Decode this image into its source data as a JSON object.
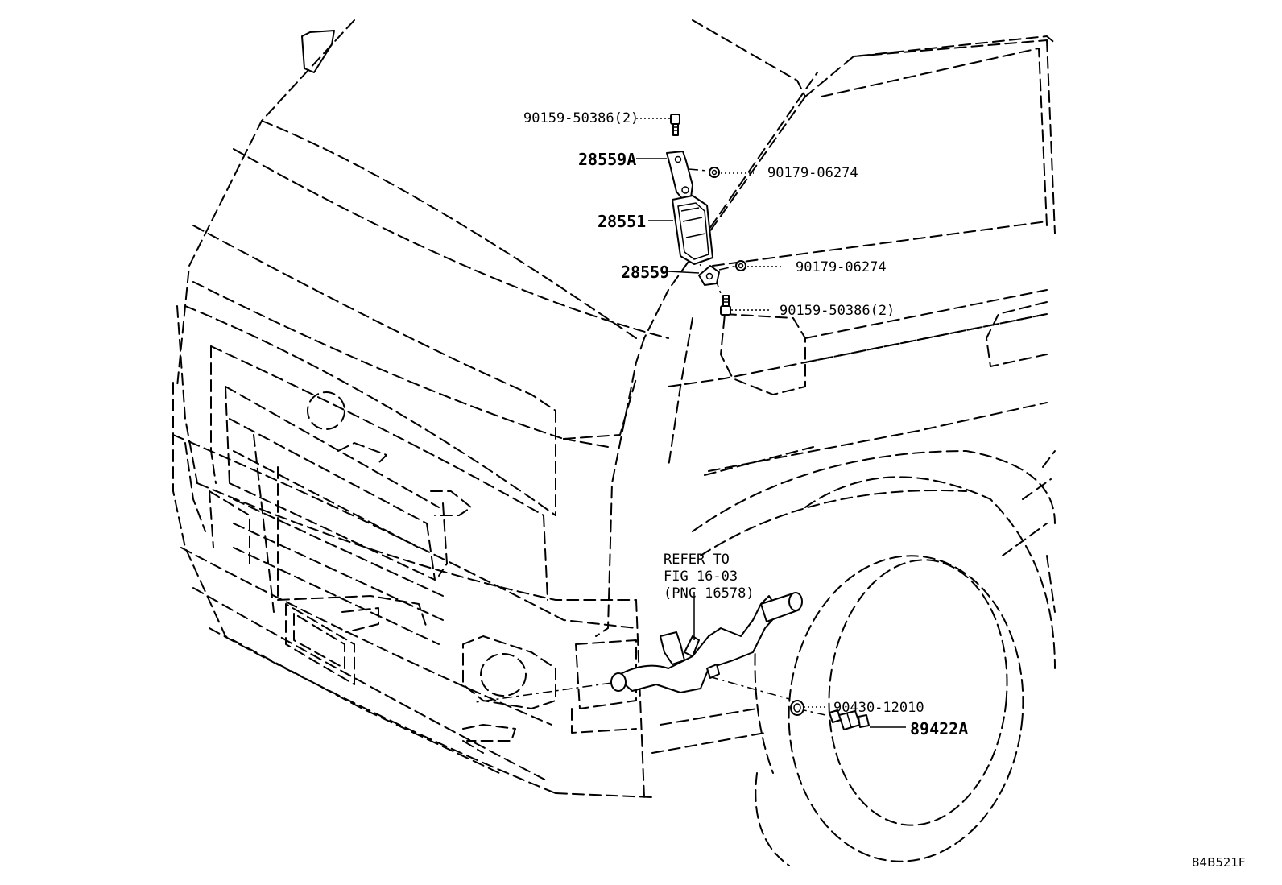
{
  "callouts": {
    "bolt_top": "90159-50386(2)",
    "bracket_upper": "28559A",
    "nut_upper": "90179-06274",
    "ecu": "28551",
    "bracket_lower": "28559",
    "nut_lower": "90179-06274",
    "bolt_lower": "90159-50386(2)",
    "gasket": "90430-12010",
    "sensor": "89422A"
  },
  "reference_note": {
    "line1": "REFER TO",
    "line2": "FIG 16-03",
    "line3": "(PNC 16578)"
  },
  "figure_code": "84B521F"
}
